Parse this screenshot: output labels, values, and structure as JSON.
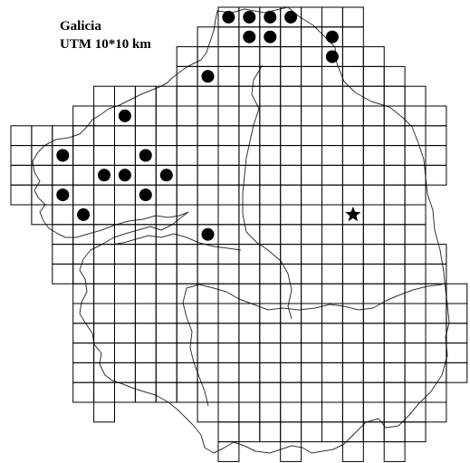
{
  "title": "Galicia",
  "subtitle": "UTM 10*10 km",
  "colors": {
    "ink": "#000000",
    "coast": "#333333",
    "background": "#ffffff"
  },
  "grid": {
    "rows": [
      {
        "r": 0,
        "cols": [
          10,
          11,
          12,
          13,
          14,
          15,
          16
        ]
      },
      {
        "r": 1,
        "cols": [
          9,
          10,
          11,
          12,
          13,
          14,
          15,
          16
        ]
      },
      {
        "r": 2,
        "cols": [
          8,
          9,
          10,
          11,
          12,
          13,
          14,
          15,
          16,
          17
        ]
      },
      {
        "r": 3,
        "cols": [
          8,
          9,
          10,
          11,
          12,
          13,
          14,
          15,
          16,
          17,
          18
        ]
      },
      {
        "r": 4,
        "cols": [
          4,
          5,
          6,
          7,
          8,
          9,
          10,
          11,
          12,
          13,
          14,
          15,
          16,
          17,
          18,
          19
        ]
      },
      {
        "r": 5,
        "cols": [
          3,
          4,
          5,
          6,
          7,
          8,
          9,
          10,
          11,
          12,
          13,
          14,
          15,
          16,
          17,
          18,
          19,
          20
        ]
      },
      {
        "r": 6,
        "cols": [
          0,
          1,
          2,
          3,
          4,
          5,
          6,
          7,
          8,
          9,
          10,
          11,
          12,
          13,
          14,
          15,
          16,
          17,
          18,
          19,
          20
        ]
      },
      {
        "r": 7,
        "cols": [
          0,
          1,
          2,
          3,
          4,
          5,
          6,
          7,
          8,
          9,
          10,
          11,
          12,
          13,
          14,
          15,
          16,
          17,
          18,
          19,
          20
        ]
      },
      {
        "r": 8,
        "cols": [
          0,
          1,
          2,
          3,
          4,
          5,
          6,
          7,
          8,
          9,
          10,
          11,
          12,
          13,
          14,
          15,
          16,
          17,
          18,
          19,
          20
        ]
      },
      {
        "r": 9,
        "cols": [
          0,
          1,
          2,
          3,
          4,
          5,
          6,
          7,
          8,
          9,
          10,
          11,
          12,
          13,
          14,
          15,
          16,
          17,
          18,
          19
        ]
      },
      {
        "r": 10,
        "cols": [
          1,
          2,
          3,
          4,
          5,
          6,
          7,
          8,
          9,
          10,
          11,
          12,
          13,
          14,
          15,
          16,
          17,
          18,
          19
        ]
      },
      {
        "r": 11,
        "cols": [
          2,
          3,
          4,
          5,
          6,
          7,
          8,
          9,
          10,
          11,
          12,
          13,
          14,
          15,
          16,
          17,
          18,
          19
        ]
      },
      {
        "r": 12,
        "cols": [
          2,
          3,
          4,
          5,
          6,
          7,
          8,
          9,
          10,
          11,
          12,
          13,
          14,
          15,
          16,
          17,
          18,
          19,
          20
        ]
      },
      {
        "r": 13,
        "cols": [
          2,
          3,
          4,
          5,
          6,
          7,
          8,
          9,
          10,
          11,
          12,
          13,
          14,
          15,
          16,
          17,
          18,
          19,
          20
        ]
      },
      {
        "r": 14,
        "cols": [
          3,
          4,
          5,
          6,
          7,
          8,
          9,
          10,
          11,
          12,
          13,
          14,
          15,
          16,
          17,
          18,
          19,
          20,
          21
        ]
      },
      {
        "r": 15,
        "cols": [
          3,
          4,
          5,
          6,
          7,
          8,
          9,
          10,
          11,
          12,
          13,
          14,
          15,
          16,
          17,
          18,
          19,
          20,
          21
        ]
      },
      {
        "r": 16,
        "cols": [
          3,
          4,
          5,
          6,
          7,
          8,
          9,
          10,
          11,
          12,
          13,
          14,
          15,
          16,
          17,
          18,
          19,
          20,
          21
        ]
      },
      {
        "r": 17,
        "cols": [
          3,
          4,
          5,
          6,
          7,
          8,
          9,
          10,
          11,
          12,
          13,
          14,
          15,
          16,
          17,
          18,
          19,
          20,
          21
        ]
      },
      {
        "r": 18,
        "cols": [
          3,
          4,
          5,
          6,
          7,
          8,
          9,
          10,
          11,
          12,
          13,
          14,
          15,
          16,
          17,
          18,
          19,
          20,
          21
        ]
      },
      {
        "r": 19,
        "cols": [
          3,
          4,
          5,
          6,
          7,
          8,
          9,
          10,
          11,
          12,
          13,
          14,
          15,
          16,
          17,
          18,
          19,
          20
        ]
      },
      {
        "r": 20,
        "cols": [
          4,
          9,
          10,
          11,
          12,
          13,
          14,
          15,
          16,
          17,
          18,
          19,
          20
        ]
      },
      {
        "r": 21,
        "cols": [
          10,
          11,
          12,
          13,
          14,
          15,
          16,
          17,
          18,
          19
        ]
      },
      {
        "r": 22,
        "cols": [
          10,
          13,
          16,
          18
        ]
      }
    ]
  },
  "records": [
    {
      "r": 0,
      "c": 10
    },
    {
      "r": 0,
      "c": 11
    },
    {
      "r": 0,
      "c": 12
    },
    {
      "r": 0,
      "c": 13
    },
    {
      "r": 1,
      "c": 11
    },
    {
      "r": 1,
      "c": 12
    },
    {
      "r": 1,
      "c": 15
    },
    {
      "r": 2,
      "c": 15
    },
    {
      "r": 3,
      "c": 9
    },
    {
      "r": 5,
      "c": 5
    },
    {
      "r": 7,
      "c": 2
    },
    {
      "r": 7,
      "c": 6
    },
    {
      "r": 8,
      "c": 4
    },
    {
      "r": 8,
      "c": 5
    },
    {
      "r": 8,
      "c": 7
    },
    {
      "r": 9,
      "c": 2
    },
    {
      "r": 9,
      "c": 6
    },
    {
      "r": 10,
      "c": 3
    },
    {
      "r": 11,
      "c": 9
    }
  ],
  "special_records": [
    {
      "r": 10,
      "c": 16,
      "symbol": "star"
    }
  ]
}
